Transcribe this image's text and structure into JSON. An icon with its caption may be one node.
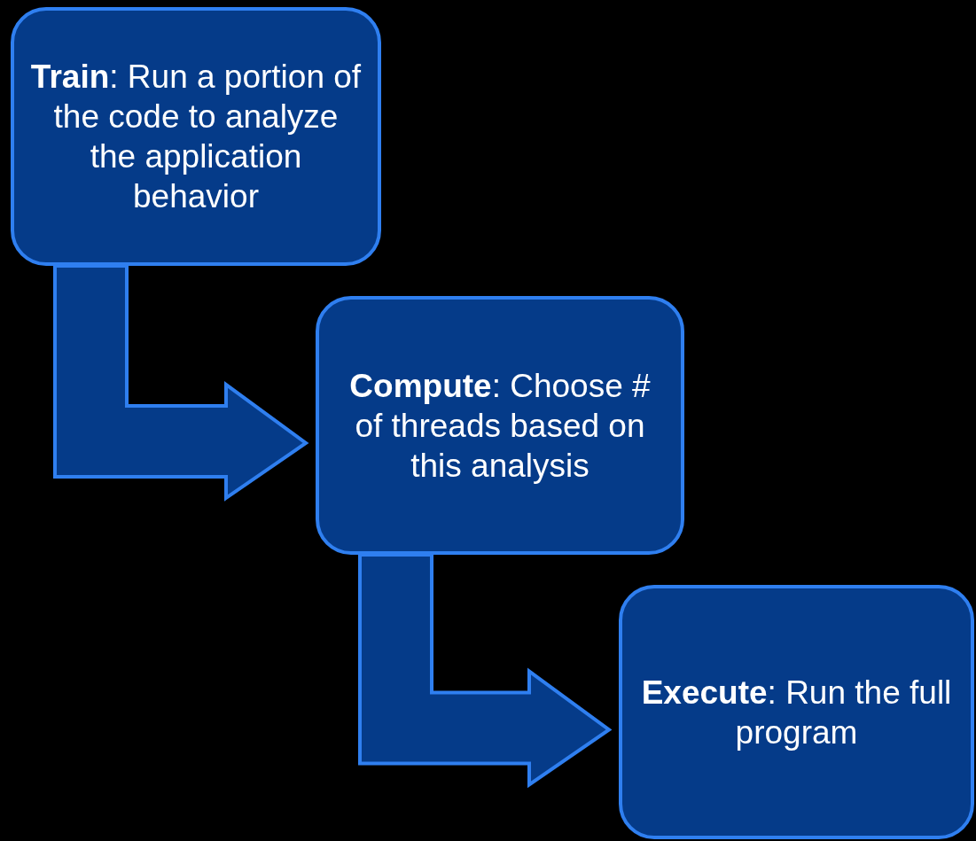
{
  "diagram": {
    "nodes": [
      {
        "text": [
          "**Train**: Run a portion of the code to analyze the application behavior"
        ]
      },
      {
        "text": [
          "**Compute**: Choose # of threads based on this analysis"
        ]
      },
      {
        "text": [
          "**Execute**: Run the full program"
        ]
      }
    ],
    "edges": [
      {
        "from": 0,
        "to": 1,
        "arrow": "to"
      },
      {
        "from": 1,
        "to": 2,
        "arrow": "to"
      }
    ]
  }
}
